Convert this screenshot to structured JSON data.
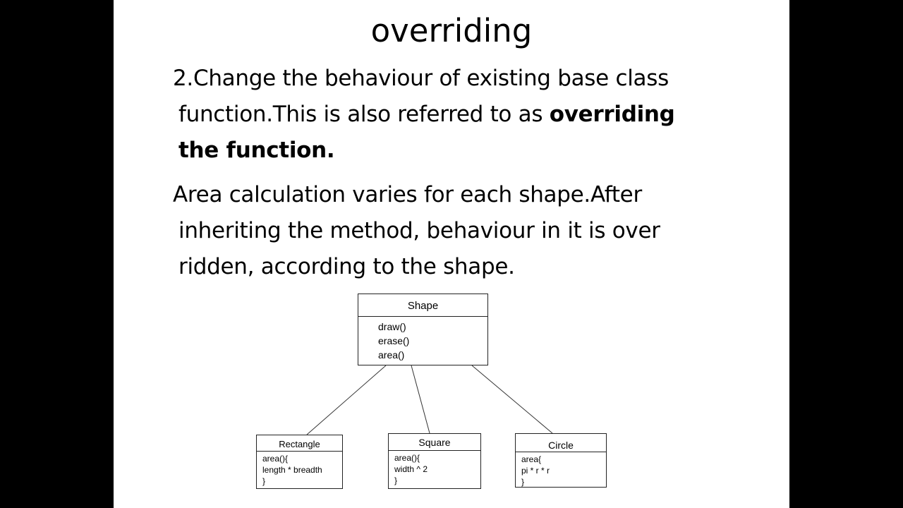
{
  "slide": {
    "title": "overriding",
    "paragraph1": {
      "line1": "2.Change the behaviour of existing base class",
      "line2_prefix": "function.This is also referred to as ",
      "line2_bold": "overriding",
      "line3_bold": "the function."
    },
    "paragraph2": {
      "line1": "Area calculation varies for each shape.After",
      "line2": "inheriting the method, behaviour in it is over",
      "line3": "ridden, according to the shape."
    }
  },
  "diagram": {
    "base": {
      "name": "Shape",
      "methods": [
        "draw()",
        "erase()",
        "area()"
      ]
    },
    "children": [
      {
        "name": "Rectangle",
        "body": [
          "area(){",
          "length * breadth",
          "}"
        ]
      },
      {
        "name": "Square",
        "body": [
          "area(){",
          "width ^ 2",
          "}"
        ]
      },
      {
        "name": "Circle",
        "body": [
          "area{",
          "pi * r * r",
          "}"
        ]
      }
    ]
  }
}
